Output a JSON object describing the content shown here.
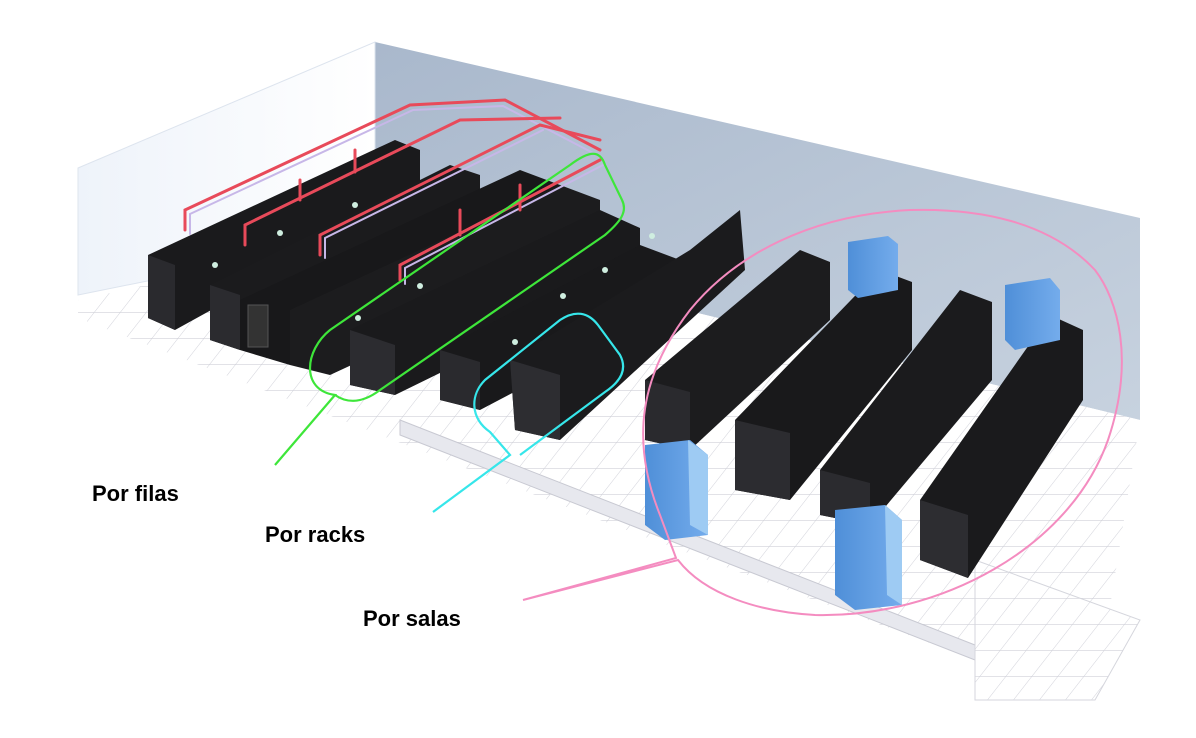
{
  "labels": {
    "rows": "Por filas",
    "racks": "Por racks",
    "rooms": "Por salas"
  },
  "colors": {
    "rows_outline": "#3ee63a",
    "racks_outline": "#36e6ea",
    "rooms_outline": "#f48cc0",
    "cabinet": "#1d1d1f",
    "cooling_unit": "#5b9be0",
    "wall": "#b9c6d7",
    "floor_grid": "#cfcfd6",
    "cable_tray": "#e84a5a"
  },
  "icons": {
    "cabinet": "server-rack-icon",
    "cooling": "crac-unit-icon"
  }
}
